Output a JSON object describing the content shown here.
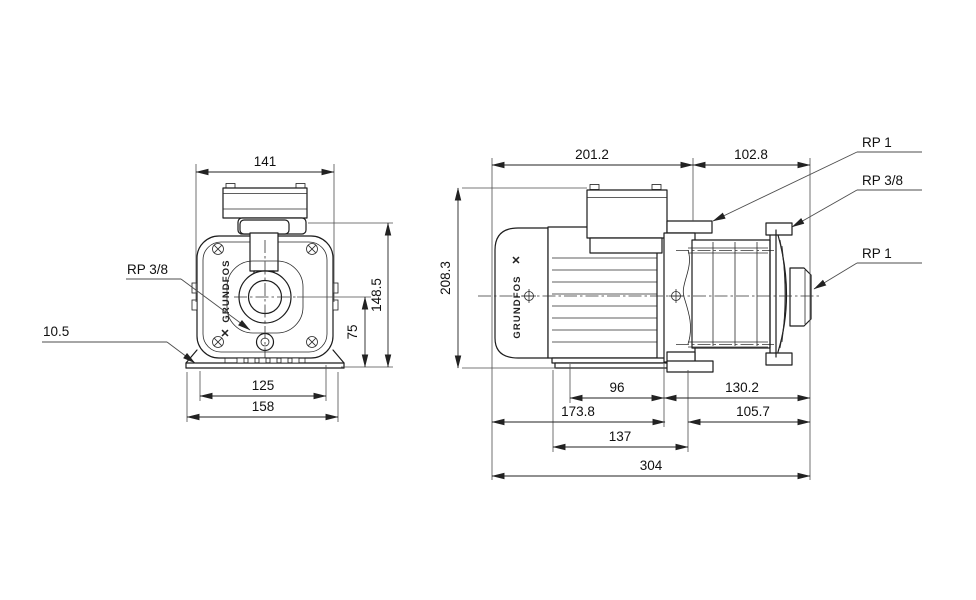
{
  "brand": {
    "name": "GRUNDFOS",
    "logo": "✕"
  },
  "front_view": {
    "dim_width_top": "141",
    "dim_height_port": "148.5",
    "dim_height_axis": "75",
    "dim_foot_hole_spacing": "125",
    "dim_foot_width": "158",
    "dim_foot_thickness": "10.5",
    "label_drain": "RP 3/8"
  },
  "side_view": {
    "dim_motor_section": "201.2",
    "dim_pump_section": "102.8",
    "dim_total_height": "208.3",
    "dim_foot_slot_spacing": "96",
    "dim_foot_to_port": "130.2",
    "dim_end_to_foot": "173.8",
    "dim_foot_to_port_face": "105.7",
    "dim_foot_base": "137",
    "dim_total_length": "304",
    "label_port_top": "RP 1",
    "label_vent": "RP 3/8",
    "label_port_end": "RP 1"
  }
}
